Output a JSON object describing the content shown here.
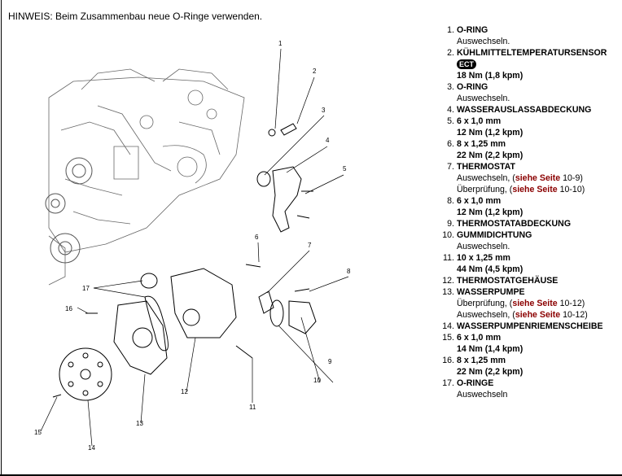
{
  "note": "HINWEIS: Beim Zusammenbau neue O-Ringe verwenden.",
  "legend": {
    "items": [
      {
        "num": "1.",
        "title": "O-RING",
        "lines": [
          "Auswechseln."
        ]
      },
      {
        "num": "2.",
        "title": "KÜHLMITTELTEMPERATURSENSOR",
        "badge": "ECT",
        "lines": [
          "18 Nm (1,8 kpm)"
        ]
      },
      {
        "num": "3.",
        "title": "O-RING",
        "lines": [
          "Auswechseln."
        ]
      },
      {
        "num": "4.",
        "title": "WASSERAUSLASSABDECKUNG",
        "lines": []
      },
      {
        "num": "5.",
        "title": "6 x 1,0 mm",
        "lines": [
          "12 Nm (1,2 kpm)"
        ]
      },
      {
        "num": "6.",
        "title": "8 x 1,25 mm",
        "lines": [
          "22 Nm (2,2 kpm)"
        ]
      },
      {
        "num": "7.",
        "title": "THERMOSTAT",
        "lines": []
      },
      {
        "num": "8.",
        "title": "6 x 1,0 mm",
        "lines": [
          "12 Nm (1,2 kpm)"
        ]
      },
      {
        "num": "9.",
        "title": "THERMOSTATABDECKUNG",
        "lines": []
      },
      {
        "num": "10.",
        "title": "GUMMIDICHTUNG",
        "lines": [
          "Auswechseln."
        ]
      },
      {
        "num": "11.",
        "title": "10 x 1,25 mm",
        "lines": [
          "44 Nm (4,5 kpm)"
        ]
      },
      {
        "num": "12.",
        "title": "THERMOSTATGEHÄUSE",
        "lines": []
      },
      {
        "num": "13.",
        "title": "WASSERPUMPE",
        "lines": []
      },
      {
        "num": "14.",
        "title": "WASSERPUMPENRIEMENSCHEIBE",
        "lines": []
      },
      {
        "num": "15.",
        "title": "6 x 1,0 mm",
        "lines": [
          "14 Nm (1,4 kpm)"
        ]
      },
      {
        "num": "16.",
        "title": "8 x 1,25 mm",
        "lines": [
          "22 Nm (2,2 kpm)"
        ]
      },
      {
        "num": "17.",
        "title": "O-RINGE",
        "lines": [
          "Auswechseln"
        ]
      }
    ],
    "thermostat_lines": [
      {
        "pre": "Auswechseln, (",
        "ref": "siehe Seite",
        "post": " 10-9)"
      },
      {
        "pre": "Überprüfung, (",
        "ref": "siehe Seite",
        "post": " 10-10)"
      }
    ],
    "pump_lines": [
      {
        "pre": "Überprüfung, (",
        "ref": "siehe Seite",
        "post": " 10-12)"
      },
      {
        "pre": "Auswechseln, (",
        "ref": "siehe Seite",
        "post": " 10-12)"
      }
    ]
  },
  "callouts": [
    "1",
    "2",
    "3",
    "4",
    "5",
    "6",
    "7",
    "8",
    "9",
    "10",
    "11",
    "12",
    "13",
    "14",
    "15",
    "16",
    "17"
  ]
}
